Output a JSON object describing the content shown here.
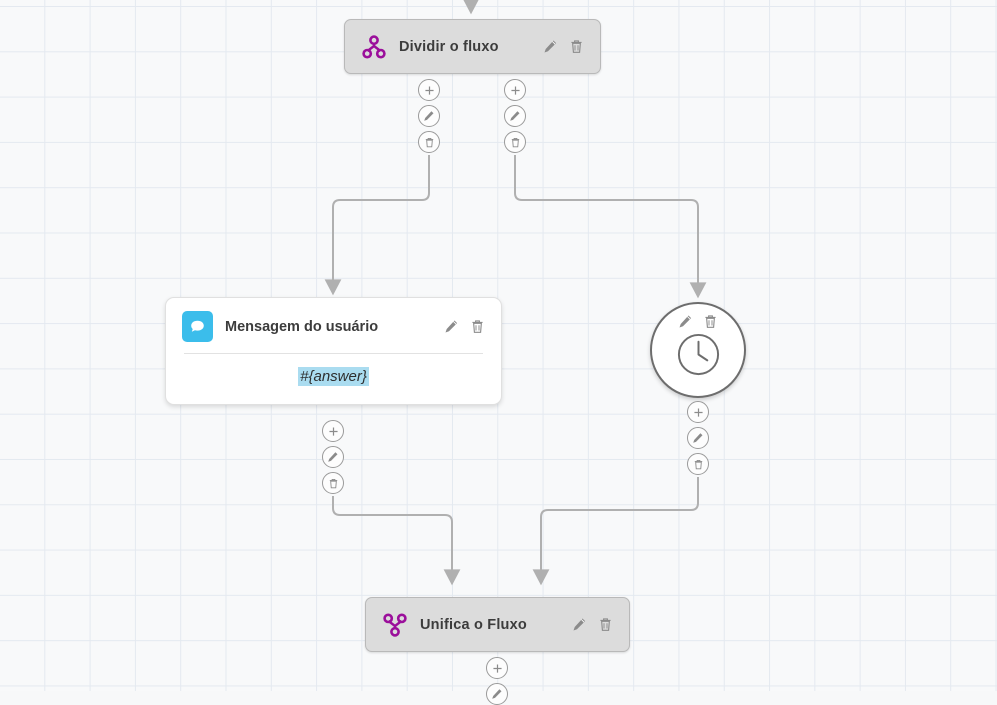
{
  "canvas": {
    "label": "flow-editor-canvas",
    "grid": true,
    "background_color": "#f8f9fa",
    "grid_color": "#e4e9f0"
  },
  "colors": {
    "gateway_fill": "#dcdcdc",
    "gateway_border": "#b9b9b9",
    "card_fill": "#ffffff",
    "accent_purple": "#9b0f9b",
    "accent_cyan": "#3bbdeb",
    "variable_highlight": "#aadcf0",
    "edge_gray": "#a8a8a8",
    "icon_gray": "#8b8b8b",
    "title_text": "#3c3c3c"
  },
  "nodes": [
    {
      "id": "split",
      "type": "gateway-split",
      "title": "Dividir o fluxo",
      "icon": "split-flow-icon",
      "edit_label": "Editar",
      "delete_label": "Excluir"
    },
    {
      "id": "user-message",
      "type": "message-card",
      "title": "Mensagem do usuário",
      "icon": "chat-bubble-icon",
      "body_value": "#{answer}",
      "edit_label": "Editar",
      "delete_label": "Excluir"
    },
    {
      "id": "timer",
      "type": "circle-timer",
      "title": "",
      "icon": "clock-icon",
      "edit_label": "Editar",
      "delete_label": "Excluir"
    },
    {
      "id": "merge",
      "type": "gateway-merge",
      "title": "Unifica o Fluxo",
      "icon": "merge-flow-icon",
      "edit_label": "Editar",
      "delete_label": "Excluir"
    }
  ],
  "handles": {
    "add_label": "Adicionar",
    "edit_label": "Editar",
    "delete_label": "Excluir",
    "add_icon": "plus-icon",
    "edit_icon": "pencil-icon",
    "delete_icon": "trash-icon"
  },
  "connectors": [
    {
      "from": "incoming",
      "to": "split"
    },
    {
      "from": "split-left",
      "to": "user-message"
    },
    {
      "from": "split-right",
      "to": "timer"
    },
    {
      "from": "user-message",
      "to": "merge"
    },
    {
      "from": "timer",
      "to": "merge"
    },
    {
      "from": "merge",
      "to": "outgoing"
    }
  ]
}
